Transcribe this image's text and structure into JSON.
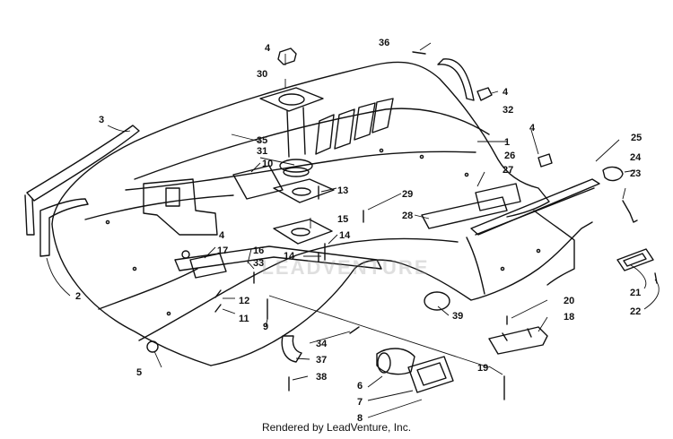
{
  "callouts": [
    "1",
    "2",
    "3",
    "4",
    "5",
    "6",
    "7",
    "8",
    "9",
    "10",
    "11",
    "12",
    "13",
    "14",
    "15",
    "16",
    "17",
    "18",
    "19",
    "20",
    "21",
    "22",
    "23",
    "24",
    "25",
    "26",
    "27",
    "28",
    "29",
    "30",
    "31",
    "32",
    "33",
    "34",
    "35",
    "36",
    "37",
    "38",
    "39"
  ],
  "watermark": "LEADVENTURE",
  "footer": "Rendered by LeadVenture, Inc.",
  "colors": {
    "ink": "#111111",
    "paper": "#ffffff"
  }
}
